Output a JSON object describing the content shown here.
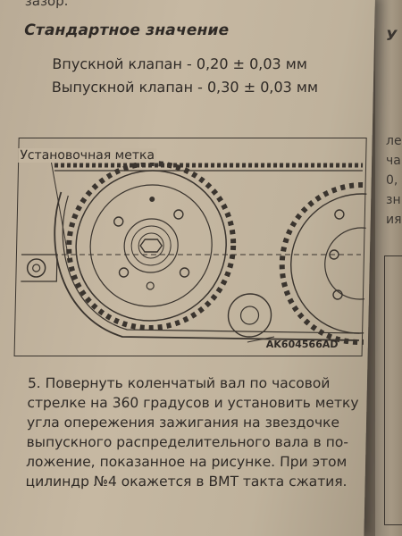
{
  "header_cut": "зазор.",
  "section_title": "Стандартное значение",
  "spec_intake": "Впускной клапан - 0,20 ± 0,03 мм",
  "spec_exhaust": "Выпускной клапан - 0,30 ± 0,03 мм",
  "right_column_fragments": [
    "У",
    "ле",
    "ча",
    "0,",
    "зн",
    "ия"
  ],
  "figure": {
    "label": "Установочная метка",
    "code": "AK604566AD"
  },
  "step": {
    "lines": [
      "5. Повернуть коленчатый вал по часовой",
      "стрелке на 360 градусов и установить метку",
      "угла опережения зажигания на звездочке",
      "выпускного распределительного вала в по-",
      "ложение, показанное на рисунке. При этом",
      "цилиндр №4 окажется в ВМТ такта сжатия."
    ]
  }
}
